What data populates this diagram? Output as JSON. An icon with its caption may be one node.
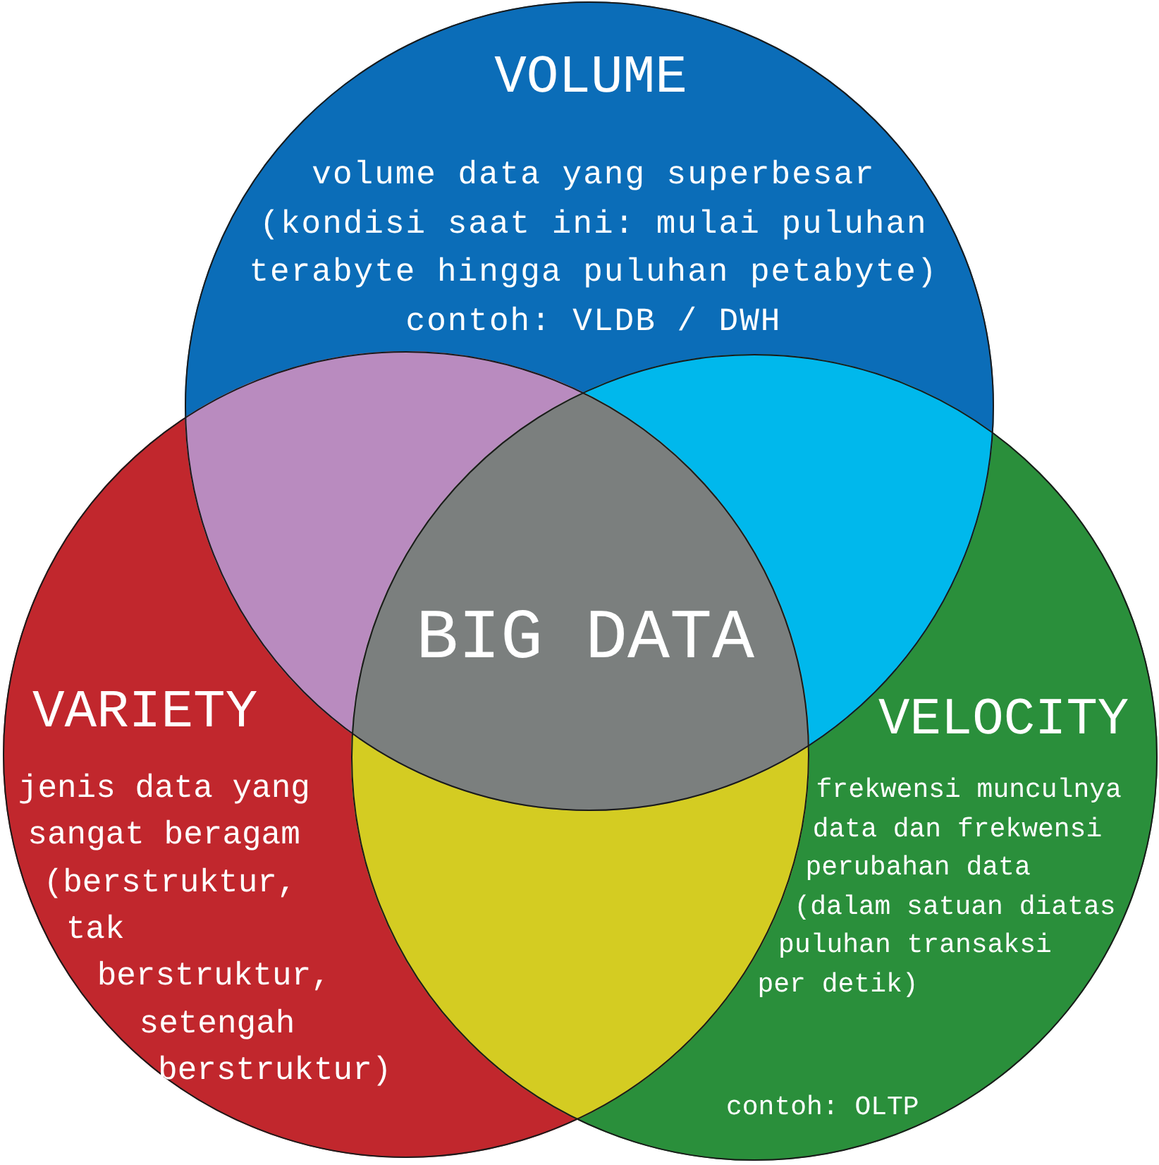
{
  "diagram": {
    "nodes": [
      {
        "text": [
          "VOLUME",
          "volume data yang superbesar (kondisi saat ini: mulai puluhan terabyte hingga puluhan petabyte)",
          "contoh: VLDB / DWH"
        ]
      },
      {
        "text": [
          "VARIETY",
          "jenis data yang sangat beragam (berstruktur, tak berstruktur, setengah berstruktur)"
        ]
      },
      {
        "text": [
          "VELOCITY",
          "frekwensi munculnya data dan frekwensi perubahan data (dalam satuan diatas puluhan transaksi per detik)",
          "contoh: OLTP"
        ]
      },
      {
        "text": [
          "BIG DATA"
        ]
      }
    ]
  }
}
